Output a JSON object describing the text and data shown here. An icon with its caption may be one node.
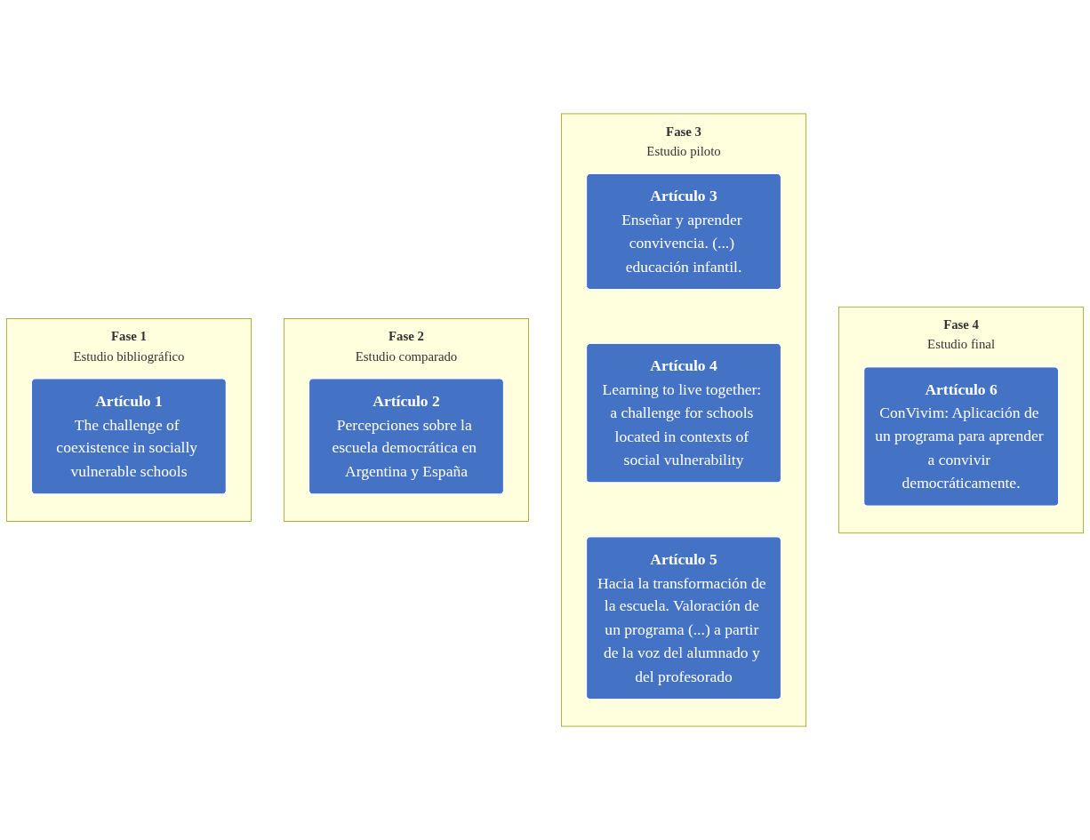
{
  "diagram": {
    "nodes": [
      {
        "text": [
          "Fase 1",
          "Estudio bibliográfico"
        ]
      },
      {
        "text": [
          "Artículo 1",
          "The challenge of coexistence in socially vulnerable schools"
        ],
        "in": 0
      },
      {
        "text": [
          "Fase 2",
          "Estudio comparado"
        ]
      },
      {
        "text": [
          "Artículo 2",
          "Percepciones sobre la escuela democrática en Argentina y España"
        ],
        "in": 2
      },
      {
        "text": [
          "Fase 3",
          "Estudio piloto"
        ]
      },
      {
        "text": [
          "Artículo 3",
          "Enseñar y aprender convivencia. (...) educación infantil."
        ],
        "in": 4
      },
      {
        "text": [
          "Artículo 4",
          "Learning to live together: a challenge for schools located in contexts of social vulnerability"
        ],
        "in": 4
      },
      {
        "text": [
          "Artículo 5",
          "Hacia la transformación de la escuela. Valoración de un programa (...) a partir de la voz del alumnado y del profesorado"
        ],
        "in": 4
      },
      {
        "text": [
          "Fase 4",
          "Estudio final"
        ]
      },
      {
        "text": [
          "Arttículo 6",
          "ConVivim: Aplicación de un programa para aprender a convivir democráticamente."
        ],
        "in": 8
      }
    ],
    "edges": []
  }
}
